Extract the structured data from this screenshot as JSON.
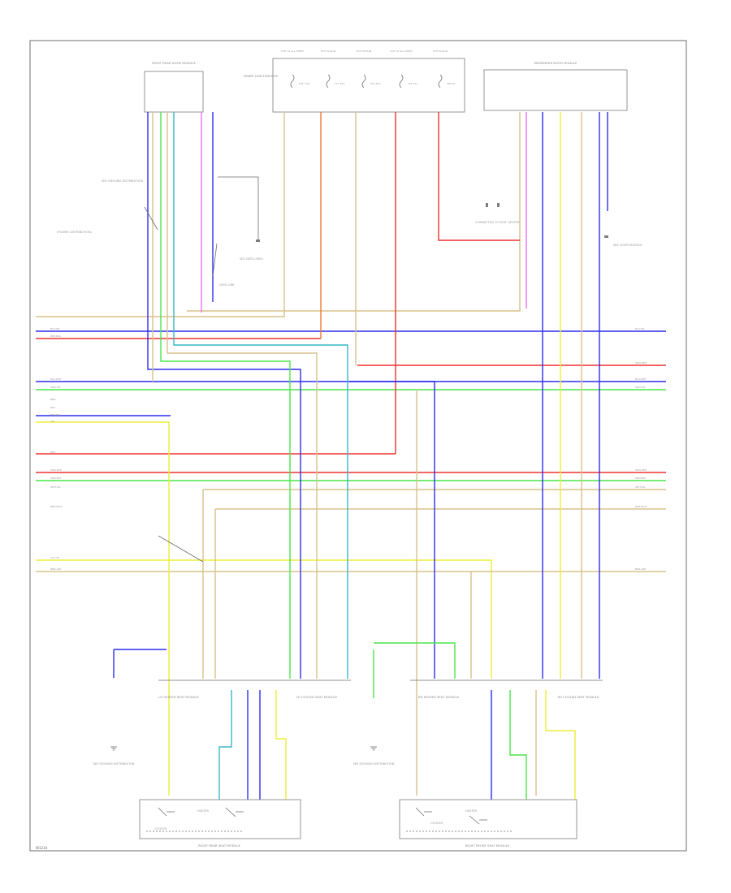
{
  "footer_code": "W1234",
  "modules": {
    "left_door": "RIGHT REAR DOOR MODULE",
    "right_door": "PASSENGER DOOR MODULE",
    "fuse_box": "SMART JUNCTION BOX",
    "left_heater": "LH HEATED SEAT MODULE",
    "left_cooler": "LH COOLED SEAT MODULE",
    "right_heater": "RH HEATED SEAT MODULE",
    "right_cooler": "RH COOLED SEAT MODULE",
    "left_seat": "RIGHT REAR SEAT MODULE",
    "right_seat": "RIGHT FRONT SEAT MODULE"
  },
  "fuses": [
    {
      "label": "HOT AT ALL TIMES",
      "name": "F55 7.5A"
    },
    {
      "label": "HOT IN RUN",
      "name": "F12 10A"
    },
    {
      "label": "HOT IN RUN",
      "name": "F23 15A"
    },
    {
      "label": "HOT AT ALL TIMES",
      "name": "F41 20A"
    },
    {
      "label": "HOT IN RUN",
      "name": "F60 5A"
    }
  ],
  "notes": {
    "n1": "SEE GROUND DISTRIBUTION",
    "n2": "(POWER DISTRIBUTION)",
    "n3": "SEE DATA LINKS",
    "n4": "CONNECTED TO SEAT HEATER",
    "n5": "SEE DOOR MODULE",
    "n6": "DATA LINK"
  },
  "switches": {
    "left_heat": "HEATER",
    "right_heat": "HEATER",
    "left_cool": "COOLER",
    "right_cool": "COOLER"
  },
  "bus_labels_left": [
    "BLU-YEL",
    "RED-BLK",
    "BLU-WHT",
    "GRN-YEL",
    "BRN",
    "GRY",
    "PNK-BLK",
    "YEL",
    "RED",
    "ORN-RED",
    "GRN-BLK",
    "WHT-YEL",
    "BRN-WHT",
    "VIO-YEL",
    "BRN-GRY"
  ],
  "bus_labels_right": [
    "BLU-YEL",
    "ORN-RED",
    "BLU-WHT",
    "GRN-YEL",
    "ORN-RED",
    "GRN-BLK",
    "WHT-YEL",
    "BRN-WHT",
    "BRN-GRY"
  ],
  "colors": {
    "blue": "#2d2df0",
    "red": "#f03030",
    "green": "#49e649",
    "yellow": "#eded3a",
    "tan": "#d8c28a",
    "magenta": "#f070f0",
    "cyan": "#3ab6c8",
    "orange": "#f07a2a"
  }
}
